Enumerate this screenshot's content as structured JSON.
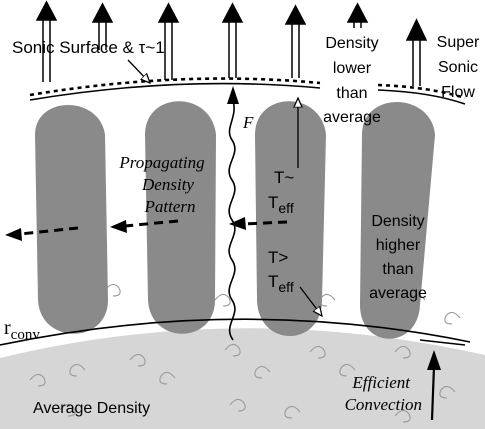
{
  "labels": {
    "sonic_surface": "Sonic Surface & τ~1",
    "density_lower": [
      "Density",
      "lower",
      "than",
      "average"
    ],
    "super_sonic": [
      "Super",
      "Sonic",
      "Flow"
    ],
    "flux": "F",
    "propagating": [
      "Propagating",
      "Density",
      "Pattern"
    ],
    "t_approx": "T~",
    "t_greater": "T>",
    "t_eff_base": "T",
    "t_eff_sub": "eff",
    "density_higher": [
      "Density",
      "higher",
      "than",
      "average"
    ],
    "r_conv_base": "r",
    "r_conv_sub": "conv",
    "average_density": "Average Density",
    "efficient_convection": [
      "Efficient",
      "Convection"
    ]
  },
  "colors": {
    "plume": "#8a8a8a",
    "convection_zone": "#d6d6d6",
    "line": "#000000",
    "swirl": "#9a9a9a",
    "background": "#ffffff"
  }
}
